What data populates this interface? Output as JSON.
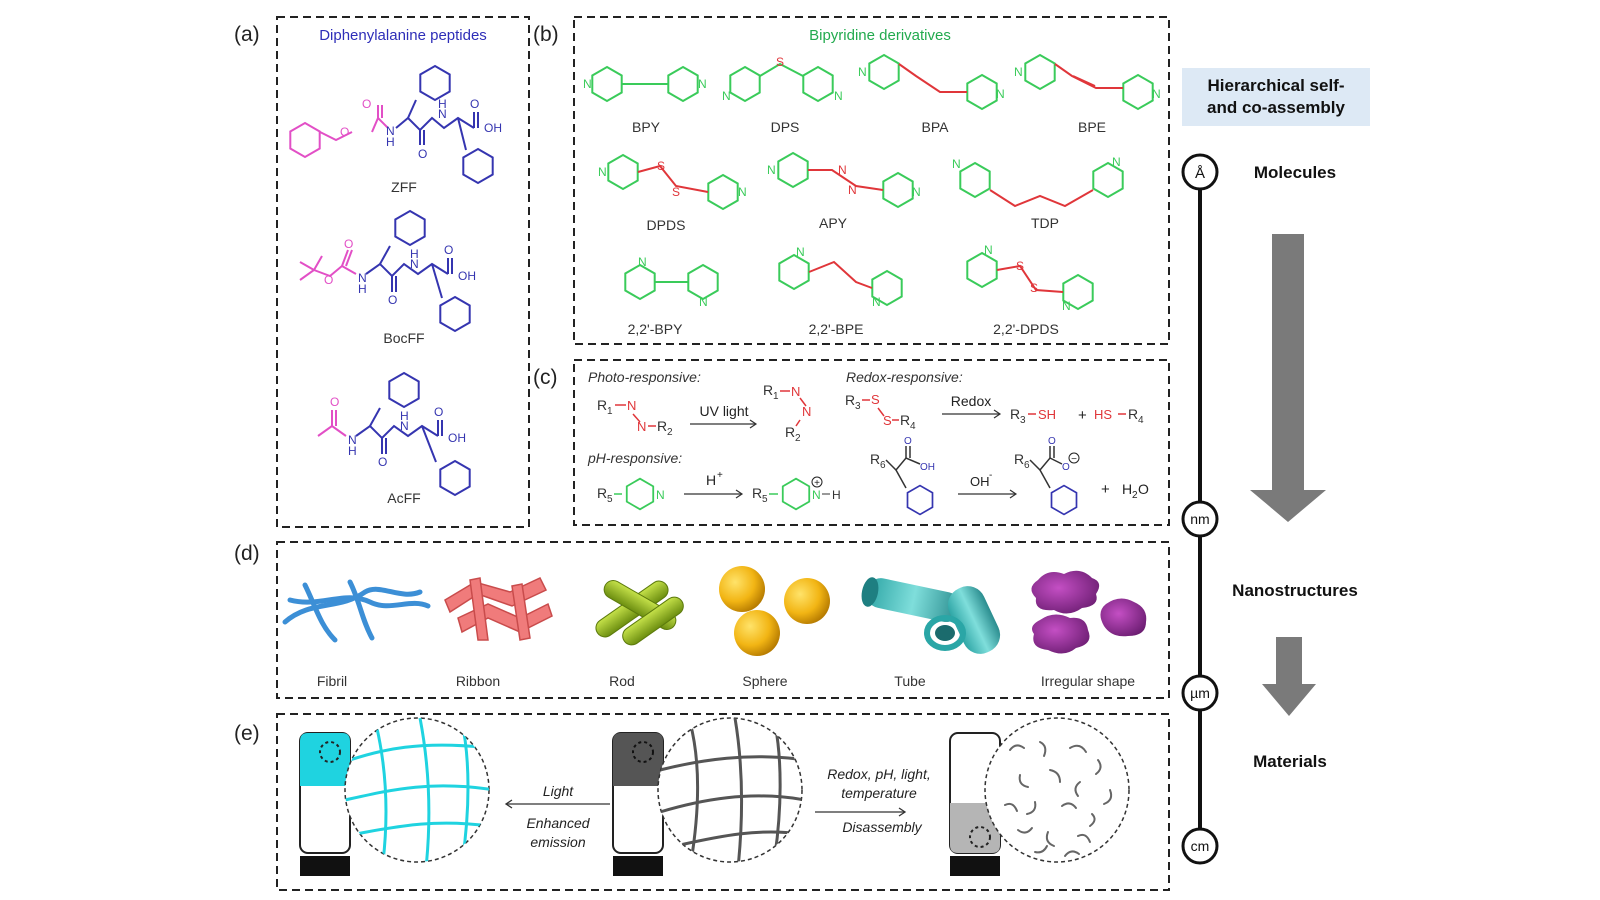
{
  "panel_labels": [
    "(a)",
    "(b)",
    "(c)",
    "(d)",
    "(e)"
  ],
  "panel_a": {
    "title": "Diphenylalanine peptides",
    "title_color": "#2e2eb8",
    "molecules": [
      "ZFF",
      "BocFF",
      "AcFF"
    ],
    "atom_labels": {
      "O": "O",
      "N": "N",
      "H": "H",
      "OH": "OH"
    }
  },
  "panel_b": {
    "title": "Bipyridine derivatives",
    "title_color": "#22aa4e",
    "molecules": [
      "BPY",
      "DPS",
      "BPA",
      "BPE",
      "DPDS",
      "APY",
      "TDP",
      "2,2'-BPY",
      "2,2'-BPE",
      "2,2'-DPDS"
    ],
    "atom_labels": {
      "N": "N",
      "S": "S"
    }
  },
  "panel_c": {
    "photo": {
      "title": "Photo-responsive:",
      "reactant_r1": "R",
      "reactant_r1_sub": "1",
      "reactant_r2": "R",
      "reactant_r2_sub": "2",
      "N": "N",
      "condition": "UV light"
    },
    "redox": {
      "title": "Redox-responsive:",
      "R3": "R",
      "R3_sub": "3",
      "R4": "R",
      "R4_sub": "4",
      "S": "S",
      "condition": "Redox",
      "product1": "SH",
      "plus": "+",
      "product2": "HS"
    },
    "ph": {
      "title": "pH-responsive:",
      "R5": "R",
      "R5_sub": "5",
      "condition": "H",
      "condition_sup": "+",
      "N": "N",
      "H": "H",
      "charge": "+"
    },
    "base": {
      "R6": "R",
      "R6_sub": "6",
      "OH": "OH",
      "O": "O",
      "condition": "OH",
      "condition_sup": "-",
      "charge": "−",
      "plus": "+",
      "water": "H",
      "water_sub": "2",
      "water_end": "O"
    }
  },
  "panel_d": {
    "structures": [
      "Fibril",
      "Ribbon",
      "Rod",
      "Sphere",
      "Tube",
      "Irregular  shape"
    ]
  },
  "panel_e": {
    "left_arrow_top": "Light",
    "left_arrow_bottom": [
      "Enhanced",
      "emission"
    ],
    "right_arrow_top": [
      "Redox, pH, light,",
      "temperature"
    ],
    "right_arrow_bottom": "Disassembly",
    "gel_colors": {
      "emissive": "#1fd3e0",
      "dark": "#555555",
      "dissolved": "#b5b5b5",
      "network_emissive": "#1fd3e0",
      "network_dark": "#555555"
    }
  },
  "scale_bar": {
    "header": [
      "Hierarchical self-",
      "and co-assembly"
    ],
    "header_bg": "#dde9f5",
    "nodes": [
      "Å",
      "nm",
      "µm",
      "cm"
    ],
    "stage_labels": [
      "Molecules",
      "Nanostructures",
      "Materials"
    ]
  },
  "colors": {
    "peptide": "#2e2eb8",
    "protecting_group": "#e24fc6",
    "pyridine": "#3acb5a",
    "linker": "#e0363a",
    "ph_ring": "#3acb5a",
    "phenyl_blue": "#3535b0"
  }
}
